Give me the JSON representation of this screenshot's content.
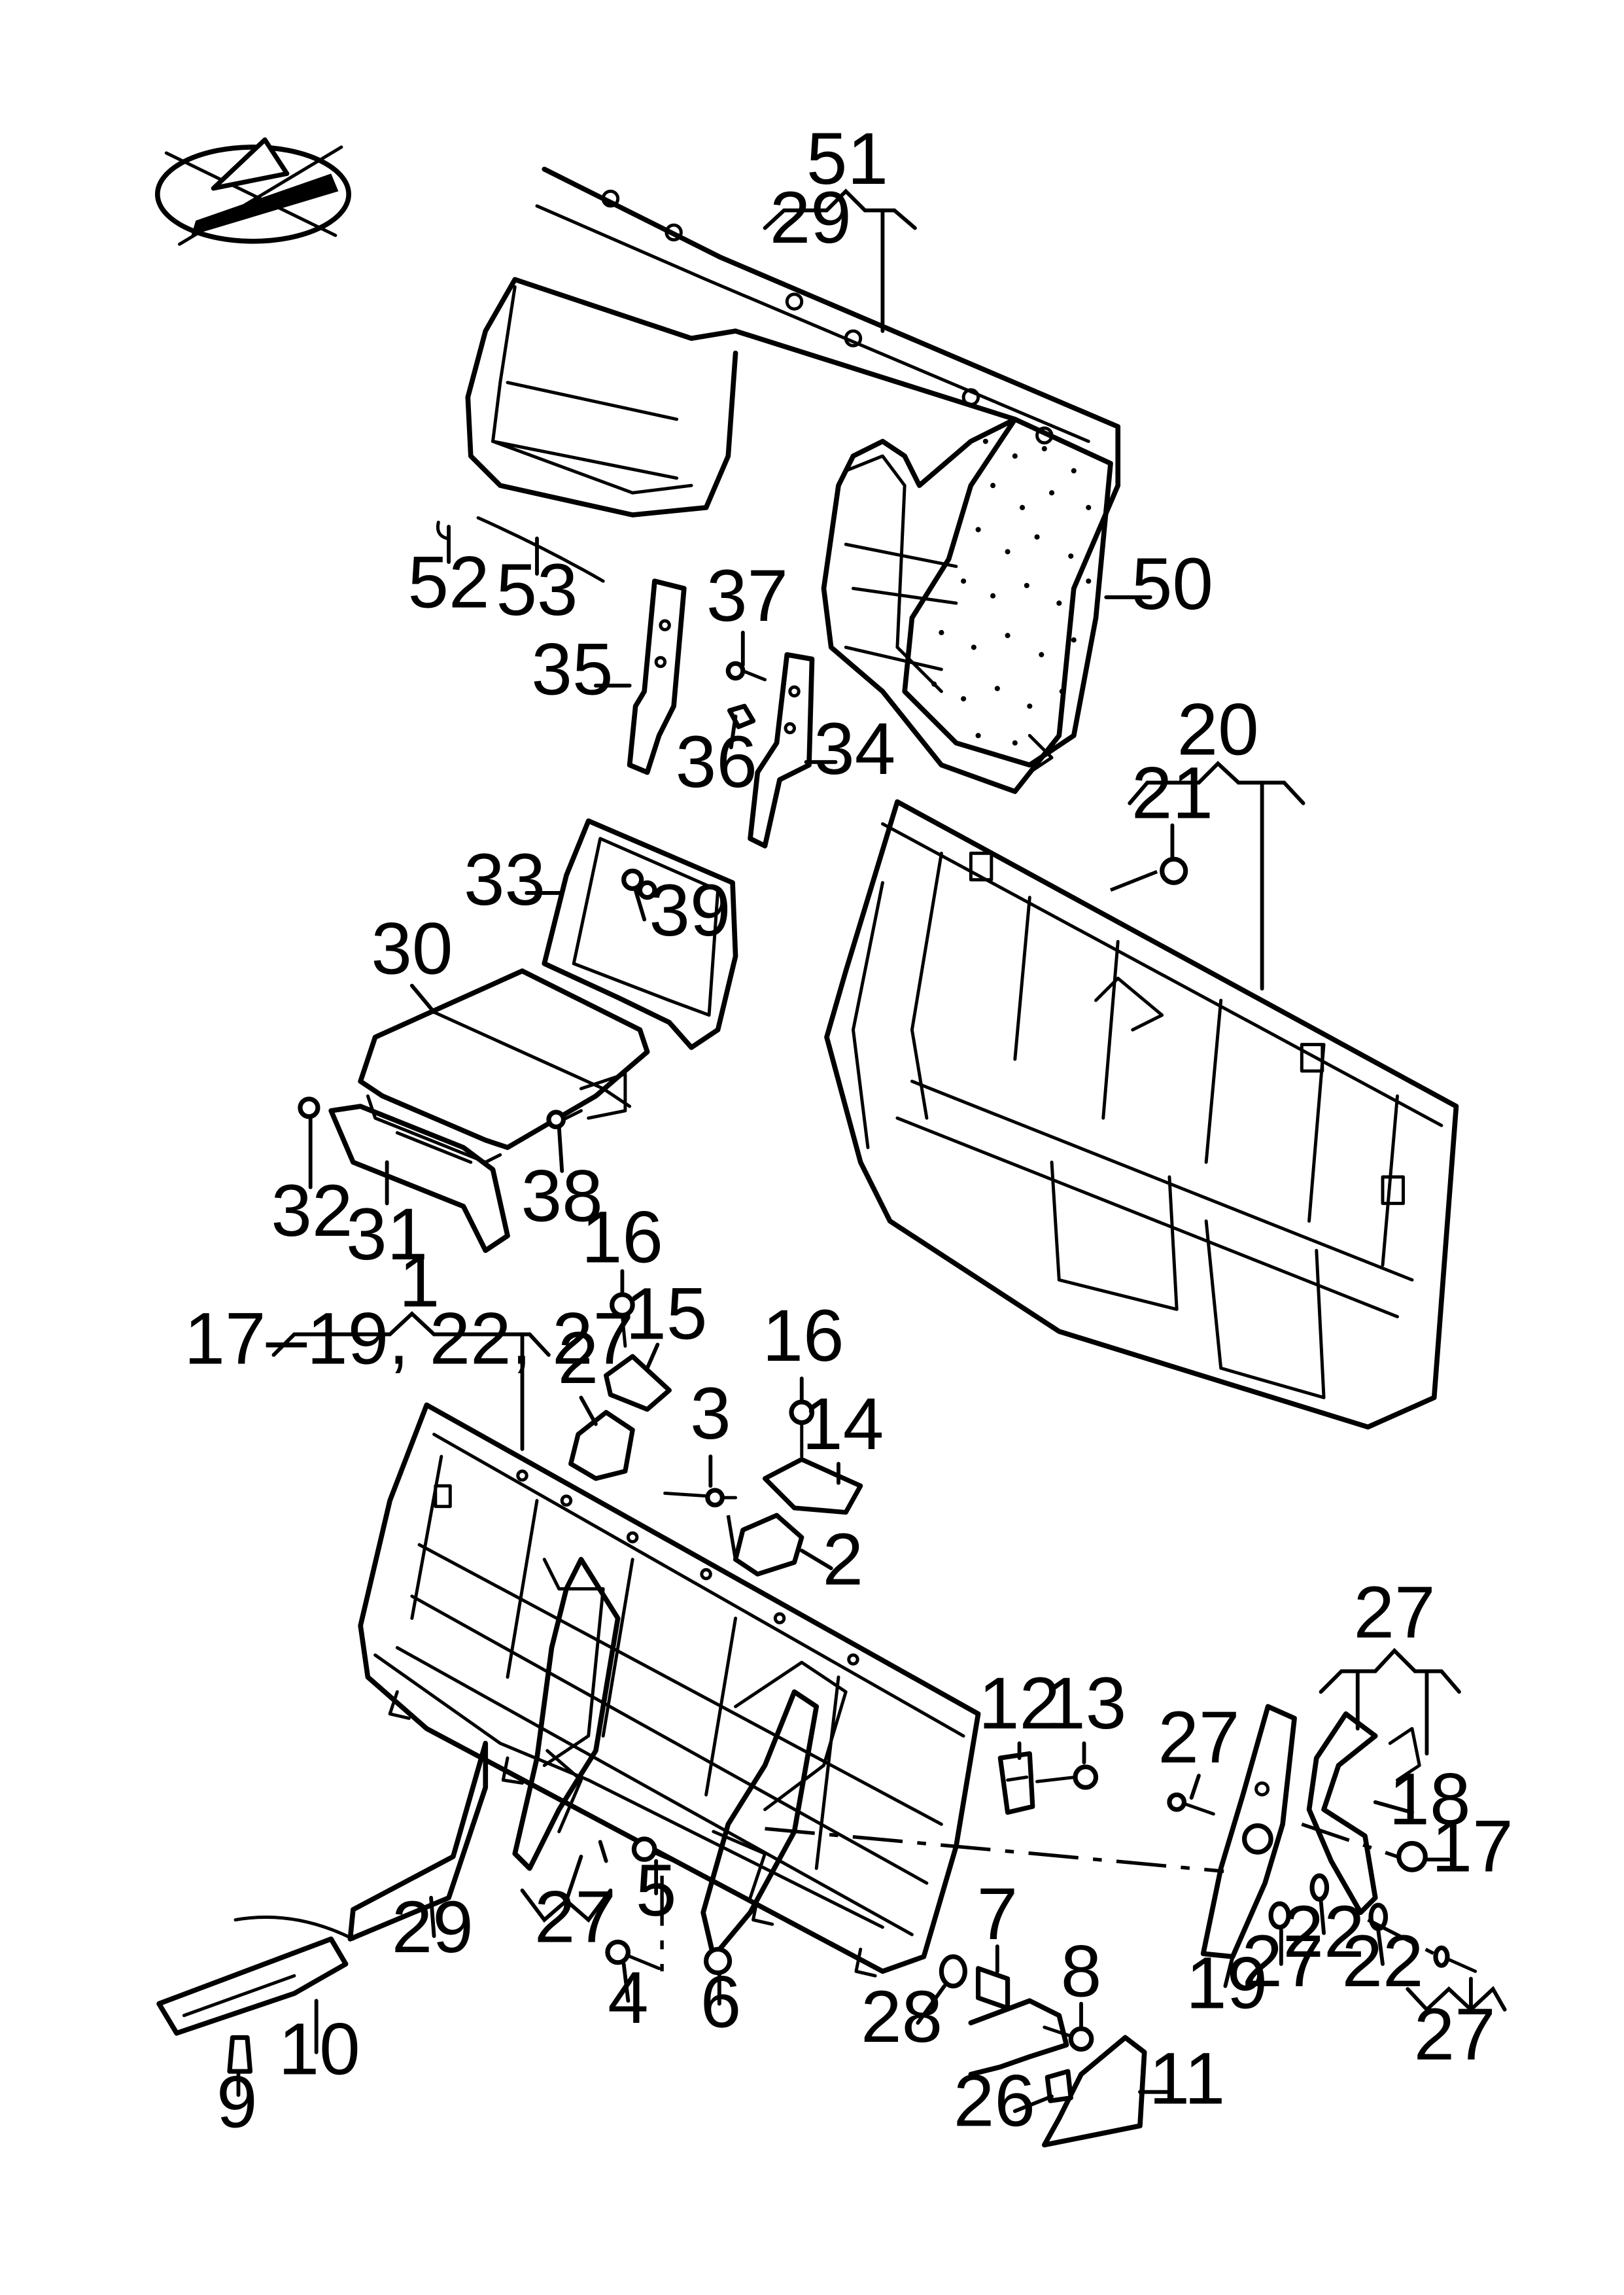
{
  "callouts": [
    {
      "id": "c51",
      "text": "51"
    },
    {
      "id": "c29top",
      "text": "29"
    },
    {
      "id": "c52",
      "text": "52"
    },
    {
      "id": "c53",
      "text": "53"
    },
    {
      "id": "c50",
      "text": "50"
    },
    {
      "id": "c37",
      "text": "37"
    },
    {
      "id": "c35",
      "text": "35"
    },
    {
      "id": "c36",
      "text": "36"
    },
    {
      "id": "c34",
      "text": "34"
    },
    {
      "id": "c20",
      "text": "20"
    },
    {
      "id": "c21",
      "text": "21"
    },
    {
      "id": "c33",
      "text": "33"
    },
    {
      "id": "c39",
      "text": "39"
    },
    {
      "id": "c30",
      "text": "30"
    },
    {
      "id": "c32",
      "text": "32"
    },
    {
      "id": "c31",
      "text": "31"
    },
    {
      "id": "c38",
      "text": "38"
    },
    {
      "id": "c16a",
      "text": "16"
    },
    {
      "id": "c1",
      "text": "1"
    },
    {
      "id": "c1sub",
      "text": "17–19, 22, 27"
    },
    {
      "id": "c15",
      "text": "15"
    },
    {
      "id": "c2a",
      "text": "2"
    },
    {
      "id": "c16b",
      "text": "16"
    },
    {
      "id": "c3",
      "text": "3"
    },
    {
      "id": "c14",
      "text": "14"
    },
    {
      "id": "c2b",
      "text": "2"
    },
    {
      "id": "c27top",
      "text": "27"
    },
    {
      "id": "c12",
      "text": "12"
    },
    {
      "id": "c13",
      "text": "13"
    },
    {
      "id": "c27a",
      "text": "27"
    },
    {
      "id": "c18",
      "text": "18"
    },
    {
      "id": "c17",
      "text": "17"
    },
    {
      "id": "c29b",
      "text": "29"
    },
    {
      "id": "c27b",
      "text": "27"
    },
    {
      "id": "c5",
      "text": "5"
    },
    {
      "id": "c7",
      "text": "7"
    },
    {
      "id": "c19",
      "text": "19"
    },
    {
      "id": "c27c",
      "text": "27"
    },
    {
      "id": "c22a",
      "text": "22"
    },
    {
      "id": "c22b",
      "text": "22"
    },
    {
      "id": "c4",
      "text": "4"
    },
    {
      "id": "c6",
      "text": "6"
    },
    {
      "id": "c28",
      "text": "28"
    },
    {
      "id": "c8",
      "text": "8"
    },
    {
      "id": "c10",
      "text": "10"
    },
    {
      "id": "c27d",
      "text": "27"
    },
    {
      "id": "c9",
      "text": "9"
    },
    {
      "id": "c26",
      "text": "26"
    },
    {
      "id": "c11",
      "text": "11"
    }
  ]
}
